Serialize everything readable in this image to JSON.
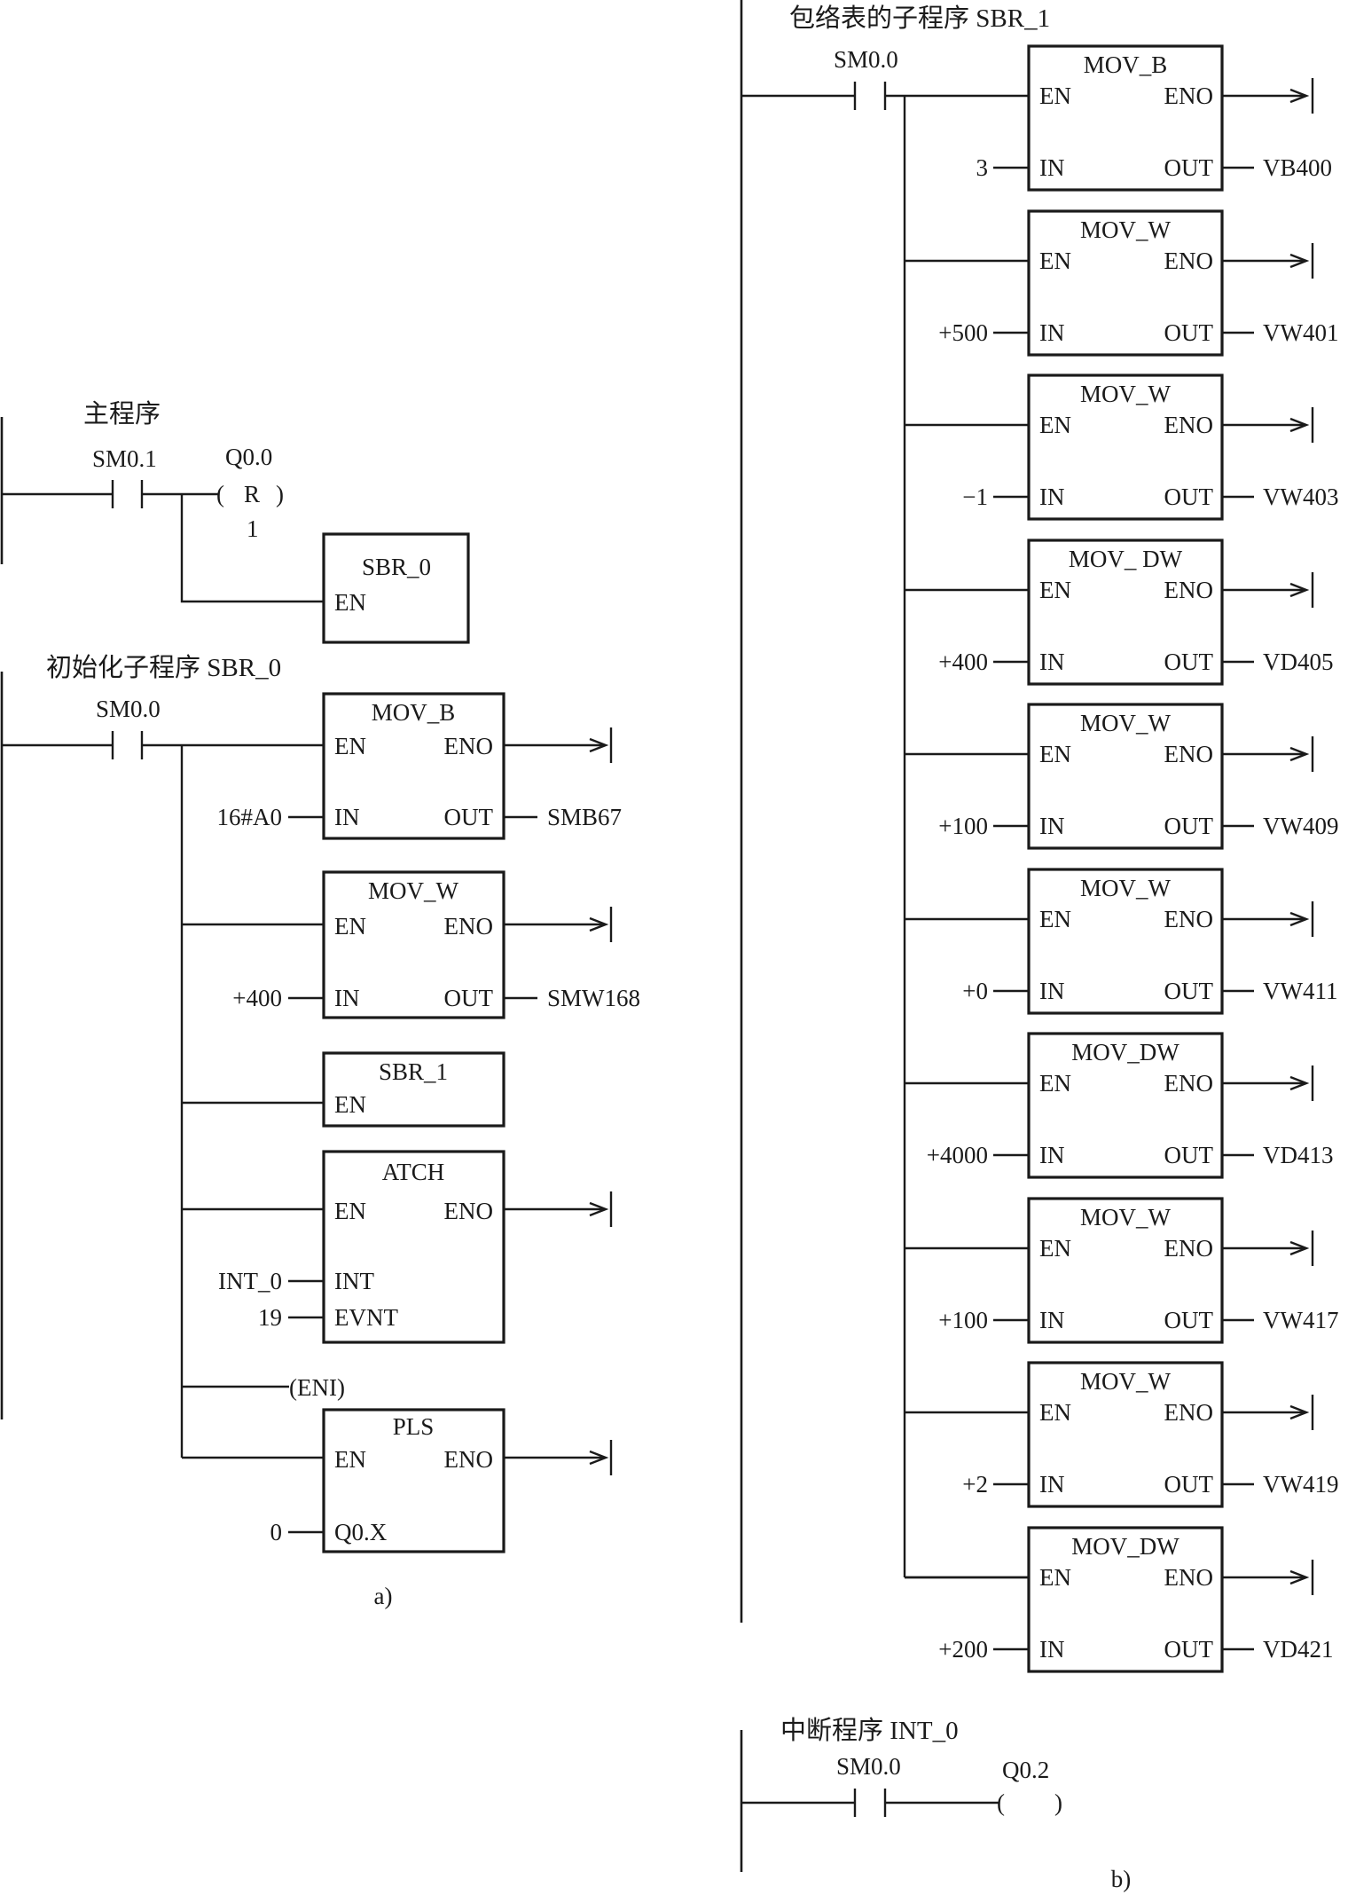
{
  "main": {
    "title": "主程序",
    "contact": "SM0.1",
    "coil": {
      "address": "Q0.0",
      "op": "R",
      "count": "1"
    },
    "call": {
      "name": "SBR_0",
      "en": "EN"
    }
  },
  "init": {
    "title": "初始化子程序 SBR_0",
    "contact": "SM0.0",
    "blocks": [
      {
        "name": "MOV_B",
        "en": "EN",
        "eno": "ENO",
        "in_label": "IN",
        "in": "16#A0",
        "out_label": "OUT",
        "out": "SMB67"
      },
      {
        "name": "MOV_W",
        "en": "EN",
        "eno": "ENO",
        "in_label": "IN",
        "in": "+400",
        "out_label": "OUT",
        "out": "SMW168"
      }
    ],
    "call": {
      "name": "SBR_1",
      "en": "EN"
    },
    "atch": {
      "name": "ATCH",
      "en": "EN",
      "eno": "ENO",
      "int_label": "INT",
      "int": "INT_0",
      "evnt_label": "EVNT",
      "evnt": "19"
    },
    "eni": "(ENI)",
    "pls": {
      "name": "PLS",
      "en": "EN",
      "eno": "ENO",
      "in_label": "Q0.X",
      "in": "0"
    },
    "caption": "a)"
  },
  "table": {
    "title": "包络表的子程序 SBR_1",
    "contact": "SM0.0",
    "blocks": [
      {
        "name": "MOV_B",
        "in": "3",
        "out": "VB400"
      },
      {
        "name": "MOV_W",
        "in": "+500",
        "out": "VW401"
      },
      {
        "name": "MOV_W",
        "in": "−1",
        "out": "VW403"
      },
      {
        "name": "MOV_ DW",
        "in": "+400",
        "out": "VD405"
      },
      {
        "name": "MOV_W",
        "in": "+100",
        "out": "VW409"
      },
      {
        "name": "MOV_W",
        "in": "+0",
        "out": "VW411"
      },
      {
        "name": "MOV_DW",
        "in": "+4000",
        "out": "VD413"
      },
      {
        "name": "MOV_W",
        "in": "+100",
        "out": "VW417"
      },
      {
        "name": "MOV_W",
        "in": "+2",
        "out": "VW419"
      },
      {
        "name": "MOV_DW",
        "in": "+200",
        "out": "VD421"
      }
    ],
    "pins": {
      "en": "EN",
      "eno": "ENO",
      "in": "IN",
      "out": "OUT"
    }
  },
  "interrupt": {
    "title": "中断程序 INT_0",
    "contact": "SM0.0",
    "coil": "Q0.2",
    "caption": "b)"
  }
}
